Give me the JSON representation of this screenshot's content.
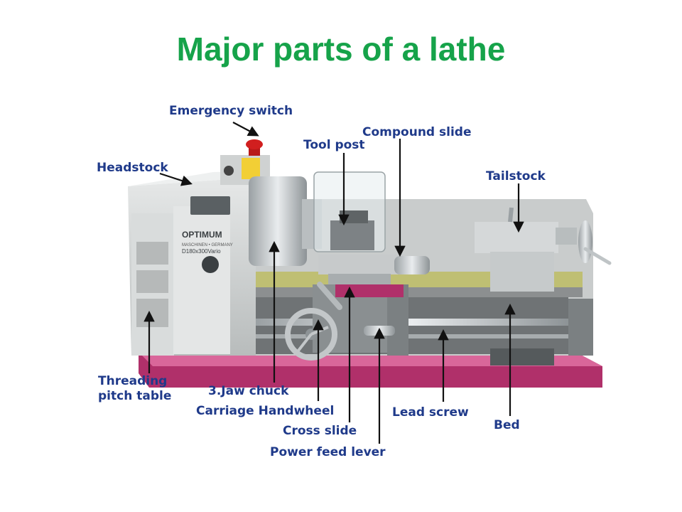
{
  "title": "Major parts of a lathe",
  "colors": {
    "title": "#16a34a",
    "label": "#1f3a8a",
    "machine_body": "#d6d8d8",
    "bed_bar": "#c9c46a",
    "base_plate": "#b0306a",
    "stop_button": "#d11f1f"
  },
  "machine": {
    "brand": "OPTIMUM",
    "brand_sub": "MASCHINEN • GERMANY",
    "model": "D180x300Vario"
  },
  "labels": {
    "emergency_switch": "Emergency switch",
    "headstock": "Headstock",
    "tool_post": "Tool post",
    "compound_slide": "Compound slide",
    "tailstock": "Tailstock",
    "threading_pitch_table": "Threading\npitch table",
    "jaw_chuck": "3.Jaw chuck",
    "carriage_handwheel": "Carriage Handwheel",
    "cross_slide": "Cross slide",
    "power_feed_lever": "Power feed lever",
    "lead_screw": "Lead screw",
    "bed": "Bed"
  }
}
